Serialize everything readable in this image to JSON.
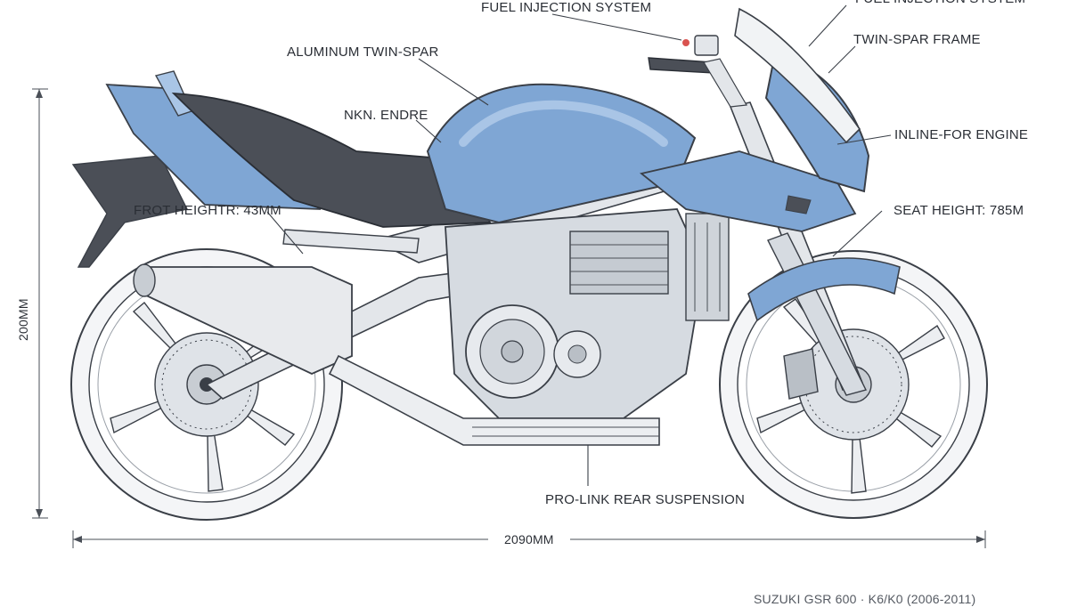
{
  "colors": {
    "body_blue": "#7fa6d4",
    "body_blue_light": "#a9c5e6",
    "body_blue_dark": "#5b83b5",
    "seat_dark": "#4b4f57",
    "metal": "#e3e6ea",
    "ink": "#3a3f47"
  },
  "labels": {
    "fuel_injection_top": "FUEL INJECTION SYSTEM",
    "fuel_injection_right": "FUEL INJECTION SYSTEM",
    "twin_spar_frame": "TWIN-SPAR FRAME",
    "aluminum_twin_spar": "ALUMINUM TWIN-SPAR",
    "nkn_endre": "NKN. ENDRE",
    "inline_engine": "INLINE-FOR ENGINE",
    "front_height": "FROT HEIGHTR: 43MM",
    "seat_height": "SEAT HEIGHT: 785M",
    "pro_link": "PRO-LINK REAR SUSPENSION"
  },
  "dimensions": {
    "height": "200MM",
    "length": "2090MM"
  },
  "footer_caption": "SUZUKI GSR 600 · K6/K0 (2006-2011)"
}
